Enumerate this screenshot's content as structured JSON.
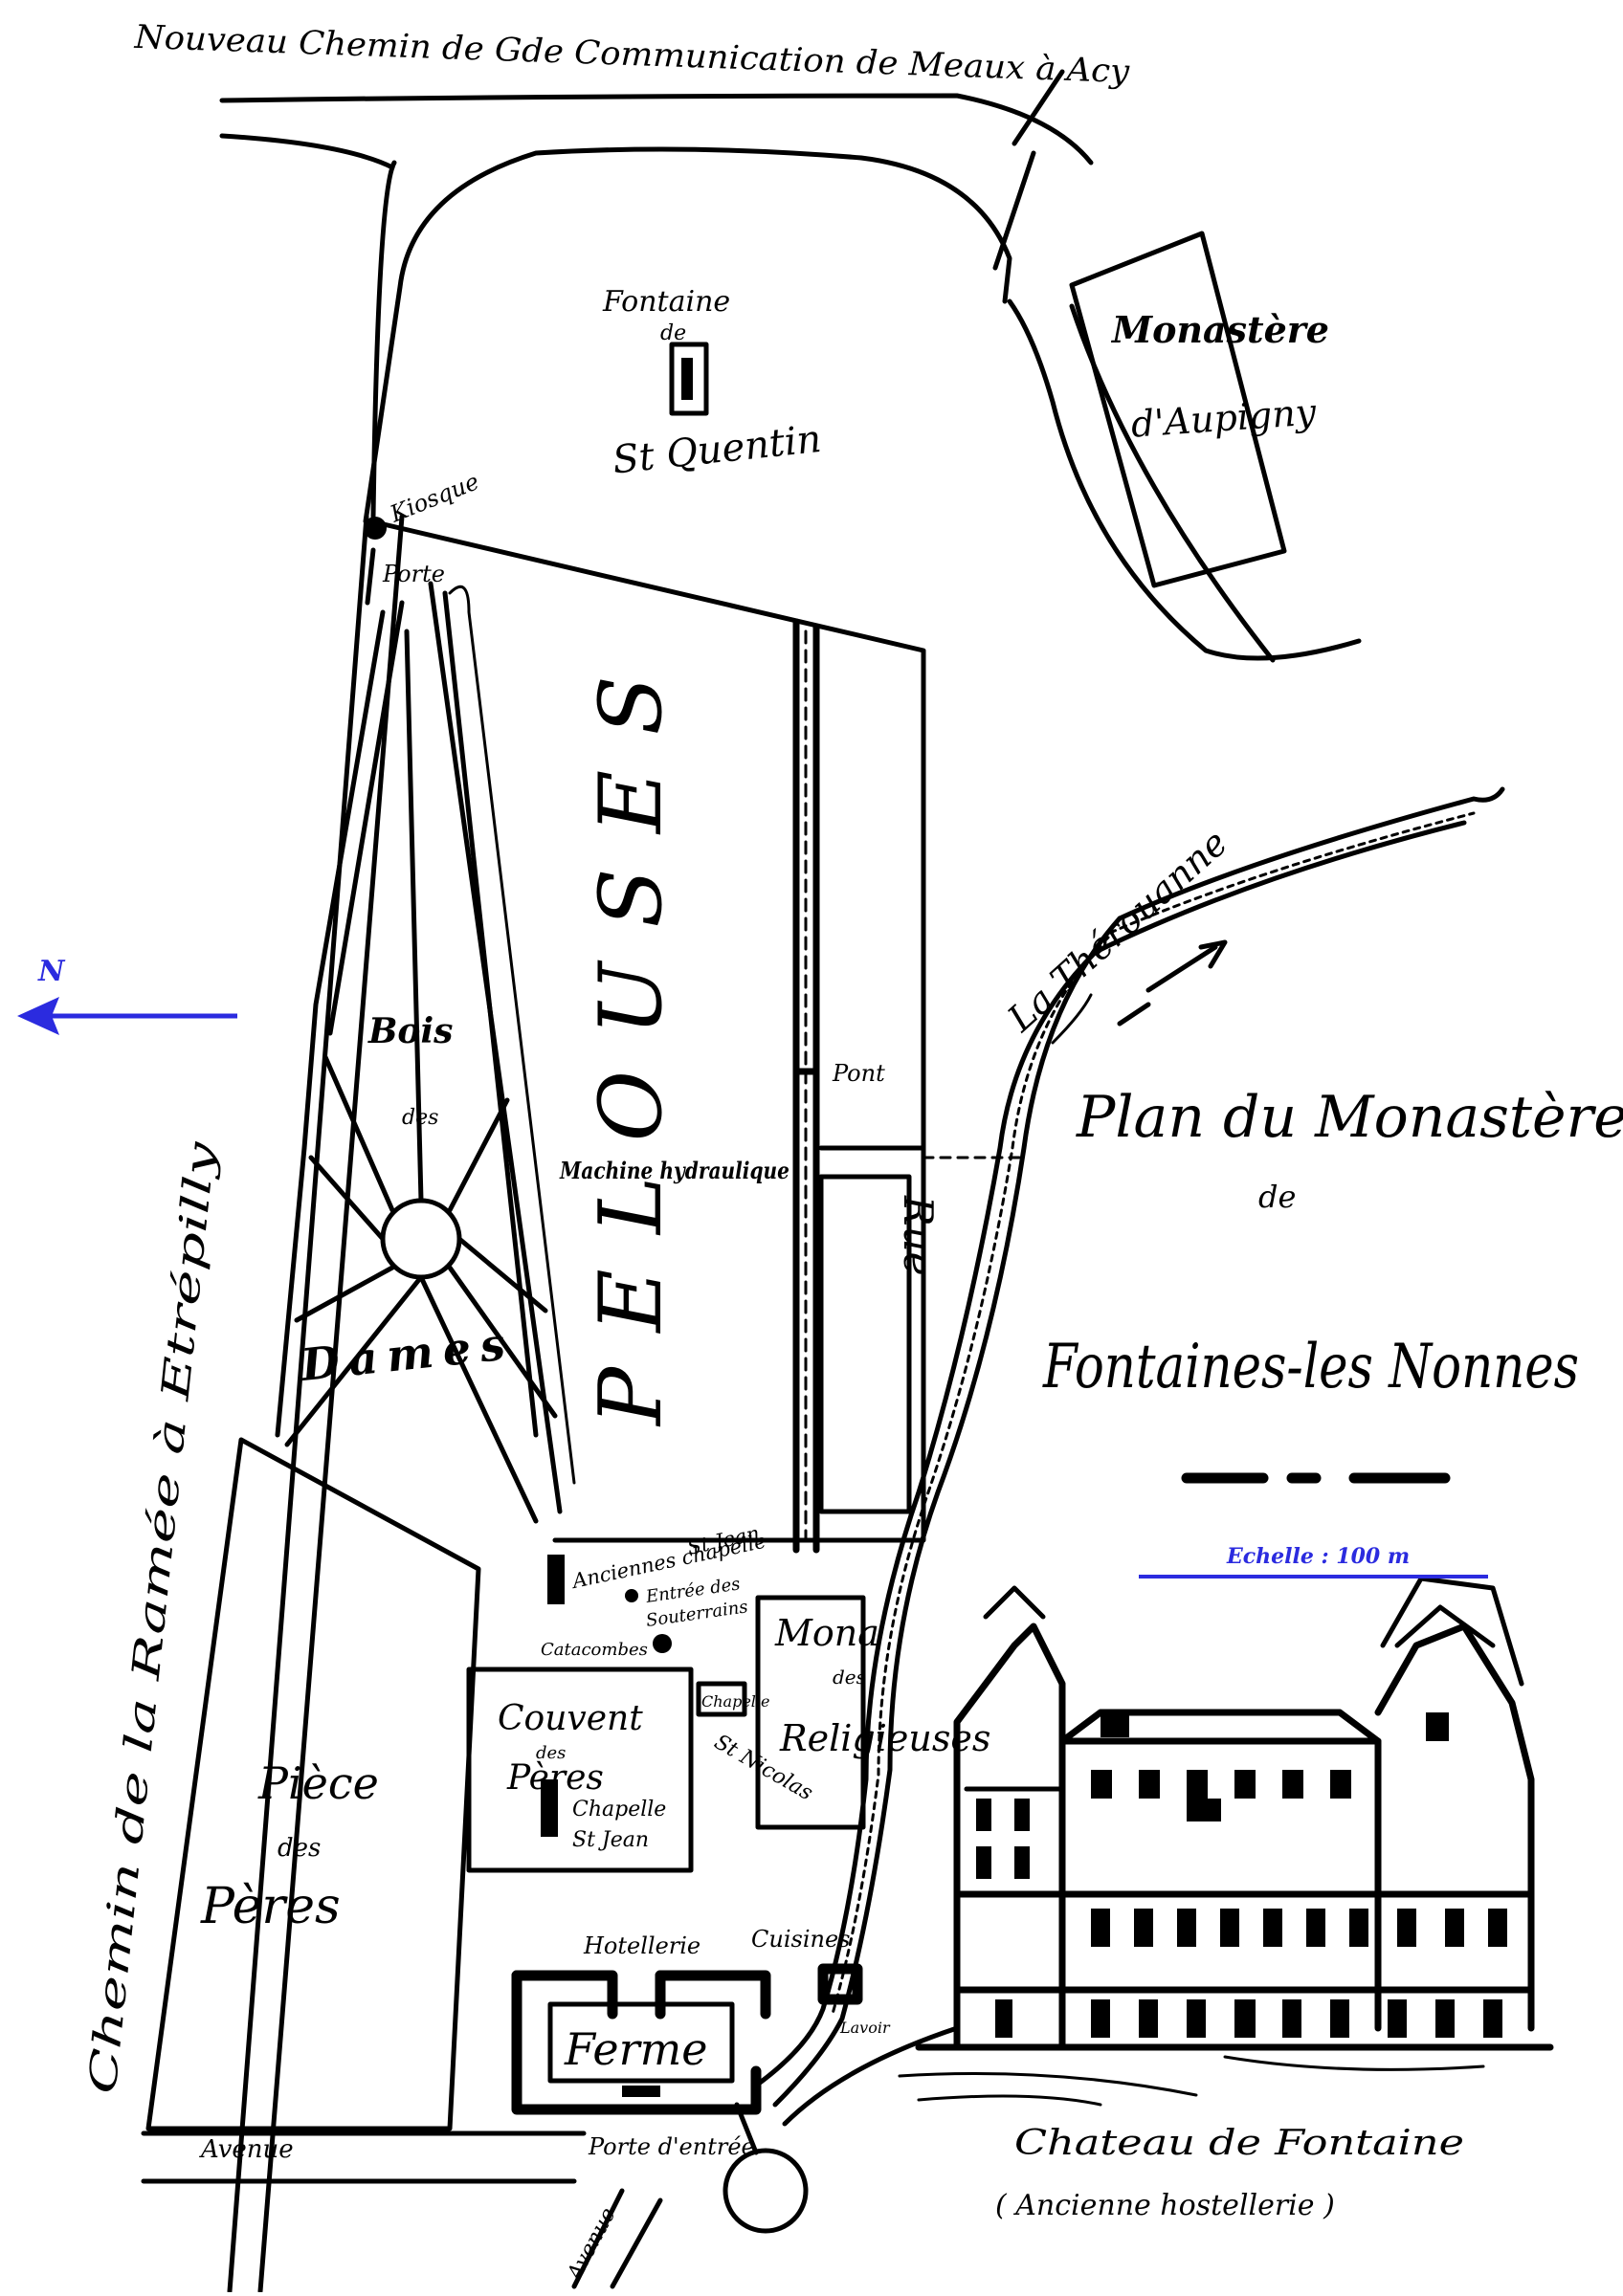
{
  "roads": {
    "top_road": "Nouveau Chemin de Gde Communication de Meaux à Acy",
    "left_road": "Chemin de la Ramée à Etrépilly",
    "avenue_left": "Avenue",
    "avenue_bottom": "Avenue"
  },
  "compass": {
    "label": "N",
    "color": "#2b2bdf"
  },
  "places": {
    "fontaine_line1": "Fontaine",
    "fontaine_line2": "de",
    "fontaine_line3": "St Quentin",
    "kiosque": "Kiosque",
    "porte": "Porte",
    "monastere_aupigny_1": "Monastère",
    "monastere_aupigny_2": "d'Aupigny",
    "pelouses": "PELOUSES",
    "bois_1": "Bois",
    "bois_2": "des",
    "bois_3": "Dames",
    "pont": "Pont",
    "machine": "Machine hydraulique",
    "rue": "Rue",
    "anciennes_chapelle_1": "Anciennes chapelle",
    "anciennes_chapelle_2": "St Jean",
    "entree": "Entrée des",
    "souterrains": "Souterrains",
    "catacombes": "Catacombes",
    "couvent_1": "Couvent",
    "couvent_2": "des",
    "couvent_3": "Pères",
    "chapelle_stjean_1": "Chapelle",
    "chapelle_stjean_2": "St Jean",
    "chapelle_small": "Chapelle",
    "st_nicolas": "St Nicolas",
    "monastere_rel_1": "Mona",
    "monastere_rel_2": "des",
    "monastere_rel_3": "Religieuses",
    "piece_1": "Pièce",
    "piece_2": "des",
    "piece_3": "Pères",
    "hotellerie": "Hotellerie",
    "cuisines": "Cuisines",
    "ferme": "Ferme",
    "lavoir": "Lavoir",
    "porte_entree": "Porte d'entrée",
    "river": "La Thérouanne",
    "chateau": "Chateau de Fontaine",
    "ancienne": "( Ancienne hostellerie )"
  },
  "title": {
    "line1": "Plan du Monastère",
    "line2": "de",
    "line3": "Fontaines-les Nonnes"
  },
  "scale": {
    "label": "Echelle : 100 m",
    "color": "#2b2bdf"
  }
}
